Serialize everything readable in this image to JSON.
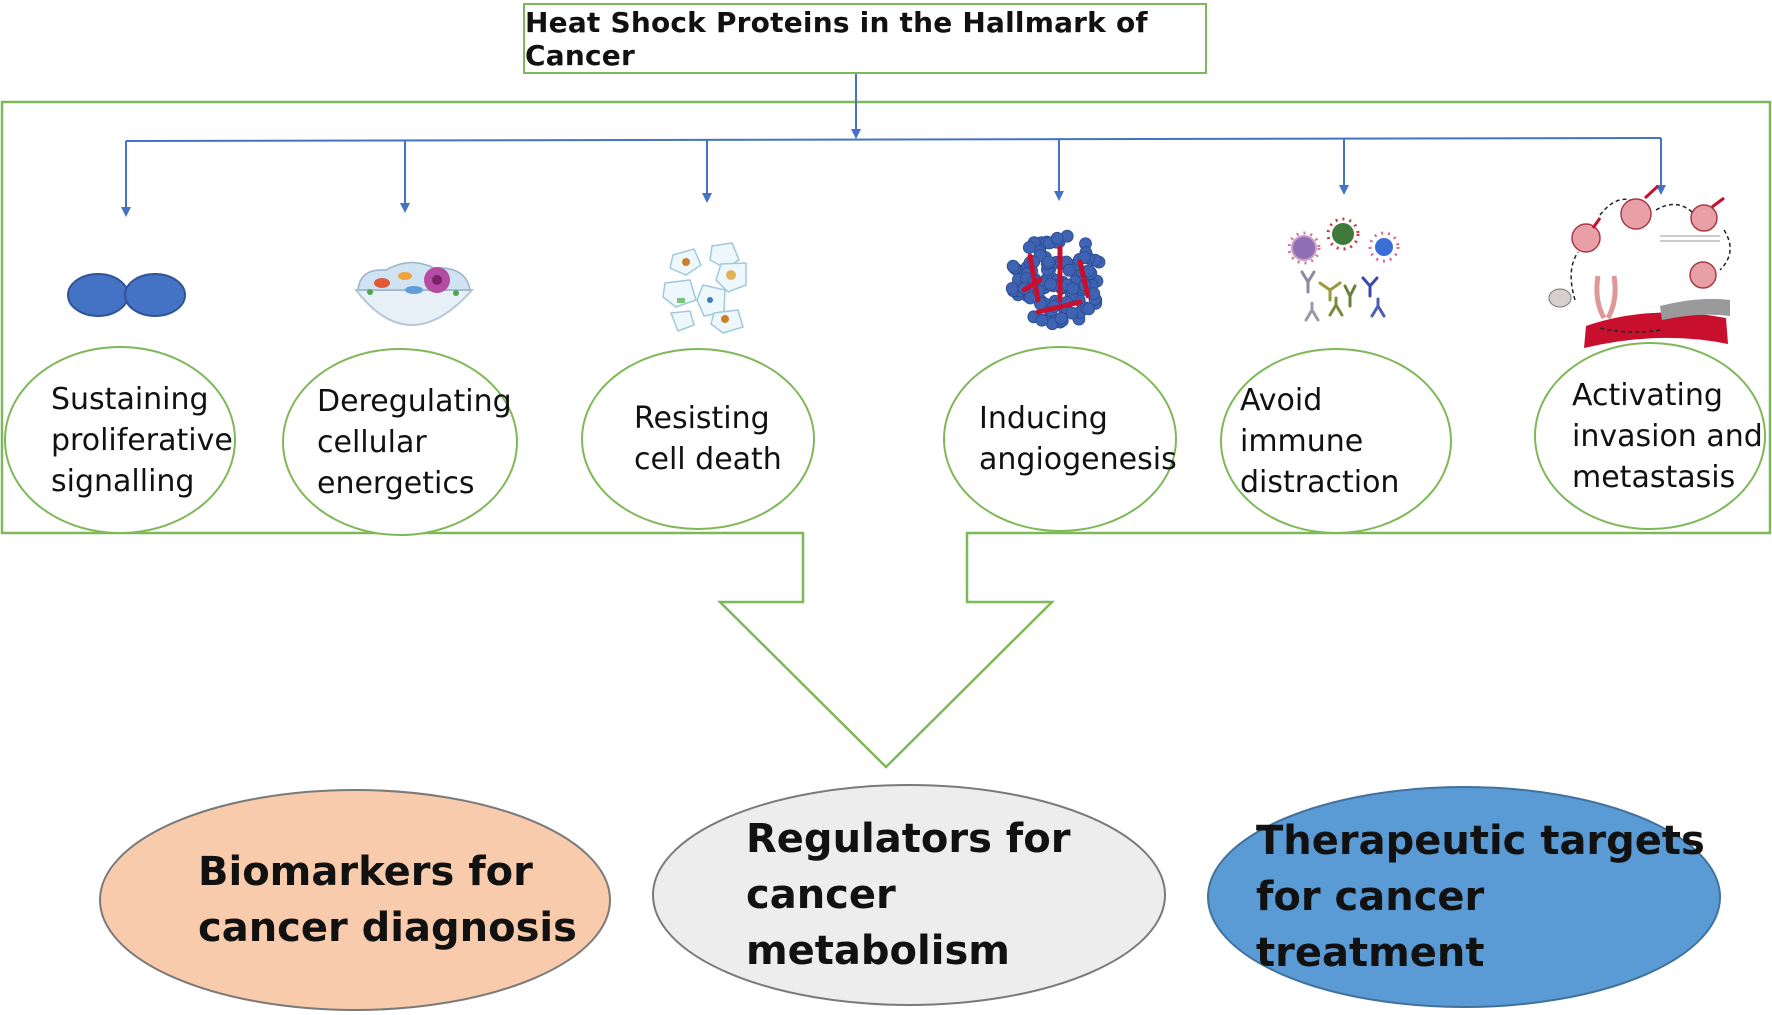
{
  "title": "Heat Shock Proteins in the Hallmark of Cancer",
  "hallmarks": [
    {
      "label": "Sustaining\nproliferative\nsignalling",
      "icon": "dividing-cells-icon"
    },
    {
      "label": "Deregulating\ncellular\nenergetics",
      "icon": "animal-cell-icon"
    },
    {
      "label": "Resisting\ncell death",
      "icon": "apoptotic-cells-icon"
    },
    {
      "label": "Inducing\nangiogenesis",
      "icon": "tumor-vessels-icon"
    },
    {
      "label": "Avoid immune\ndistraction",
      "icon": "immune-cells-antibodies-icon"
    },
    {
      "label": "Activating\ninvasion and\nmetastasis",
      "icon": "metastasis-cycle-icon"
    }
  ],
  "outcomes": [
    {
      "label": "Biomarkers for\ncancer diagnosis",
      "color": "#f8cbad"
    },
    {
      "label": "Regulators for\ncancer metabolism",
      "color": "#ededed"
    },
    {
      "label": "Therapeutic targets\nfor cancer treatment",
      "color": "#5b9bd5"
    }
  ],
  "colors": {
    "border": "#7fb859",
    "connector": "#4472c4"
  }
}
